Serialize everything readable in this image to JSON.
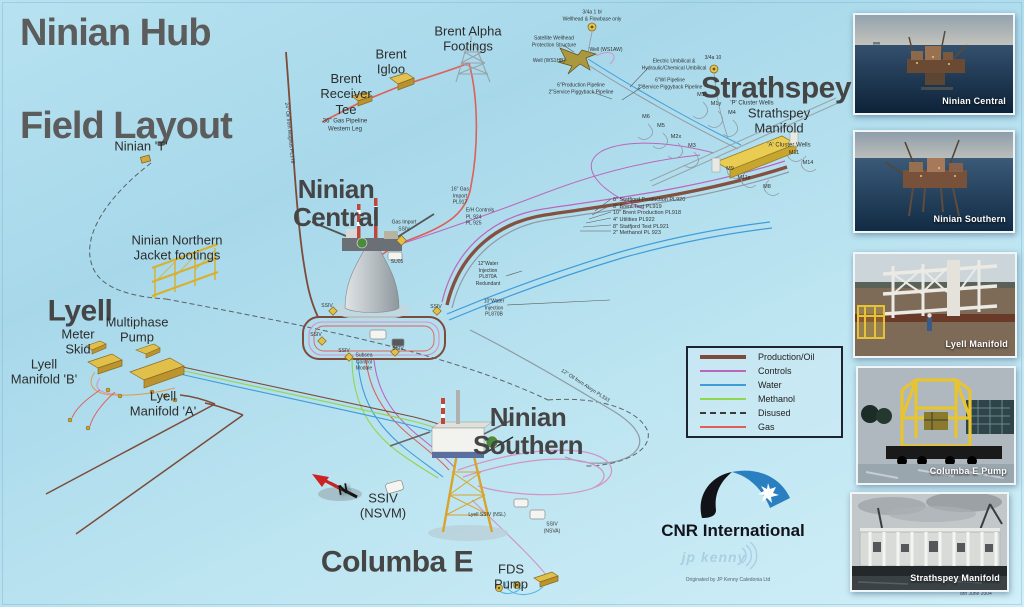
{
  "title": {
    "line1": "Ninian Hub",
    "line2": "Field Layout"
  },
  "platforms": {
    "ninian_central": "Ninian\nCentral",
    "strathspey": "Strathspey",
    "lyell": "Lyell",
    "ninian_southern": "Ninian\nSouthern",
    "columba_e": "Columba E"
  },
  "labels": {
    "ninian_t": "Ninian 'T'",
    "brent_igloo": "Brent\nIgloo",
    "brent_receiver_tee": "Brent\nReceiver\nTee",
    "brent_alpha_footings": "Brent Alpha\nFootings",
    "gas_western_leg": "36\" Gas Pipeline\nWestern Leg",
    "ninian_northern": "Ninian Northern\nJacket footings",
    "meter_skid": "Meter\nSkid",
    "multiphase_pump": "Multiphase\nPump",
    "lyell_manifold_b": "Lyell\nManifold 'B'",
    "lyell_manifold_a": "Lyell\nManifold 'A'",
    "strathspey_manifold": "Strathspey\nManifold",
    "ssiv_nsvm": "SSIV\n(NSVM)",
    "fds_pump": "FDS\nPump",
    "wellhead_1": "3/4a 1 bl\nWellhead & Flowbase only",
    "satellite_wellhead": "Satellite Wellhead\nProtection Structure",
    "well_ws1hb": "Well (WS1HB)",
    "well_ws1aw": "Well (WS1AW)",
    "wellhead_10": "3/4a 10",
    "electric_umbilical": "Electric Umbilical &\nHydraulic/Chemical Umbilical",
    "wi_pipeline": "6\"WI Pipeline\n2\"Service Piggyback Pipeline",
    "production_pipeline": "6\"Production Pipeline\n2\"Service Piggyback Pipeline",
    "p_cluster": "'P' Cluster Wells",
    "a_cluster": "'A' Cluster Wells",
    "gas_import_pl917": "16\" Gas\nImport\nPL917",
    "eh_controls": "E/H Controls\nPL 924\nPL 925",
    "gas_import_ssiv": "Gas Import\nSSIV",
    "su05": "SU05",
    "water_870a": "12\"Water\nInjection\nPL870A\nRedundant",
    "water_870b": "10\"Water\nInjection\nPL870B",
    "subsea_control_module": "Subsea\nControl\nModule",
    "ssiv": "SSIV",
    "ssiv_nsva": "SSIV\n(NSVA)",
    "lyell_ssiv": "Lyell SSIV (NSL)",
    "magnus": "24\" Oil from Magnus PL178",
    "alwyn": "12\" Oil from Alwyn PL333",
    "compass_n": "N"
  },
  "pipeline_stack": [
    "8\" Statfjord Production PL920",
    "8\" Brent Test PL919",
    "10\" Brent Production PL918",
    "4\" Utilities PL922",
    "8\" Statfjord Test PL921",
    "2\" Methanol PL 923"
  ],
  "strathspey_wells": [
    "M1",
    "M1y",
    "M4",
    "M6",
    "M5",
    "M2x",
    "M3",
    "M11",
    "M14",
    "M9",
    "M11z",
    "M8"
  ],
  "legend": {
    "entries": [
      {
        "label": "Production/Oil",
        "color": "#7d4b3a",
        "style": "solid",
        "weight": 4
      },
      {
        "label": "Controls",
        "color": "#bb66bb",
        "style": "solid",
        "weight": 2
      },
      {
        "label": "Water",
        "color": "#3f9cd9",
        "style": "solid",
        "weight": 2
      },
      {
        "label": "Methanol",
        "color": "#8ed84e",
        "style": "solid",
        "weight": 2
      },
      {
        "label": "Disused",
        "color": "#3a3a3a",
        "style": "dashed",
        "weight": 2
      },
      {
        "label": "Gas",
        "color": "#de6058",
        "style": "solid",
        "weight": 2
      }
    ]
  },
  "branding": {
    "cnr": "CNR International",
    "jpkenny": "jp kenny",
    "originated": "Originated by JP Kenny Caledonia Ltd",
    "date": "8th June 2004"
  },
  "photos": [
    {
      "caption": "Ninian Central"
    },
    {
      "caption": "Ninian Southern"
    },
    {
      "caption": "Lyell Manifold"
    },
    {
      "caption": "Columba E Pump"
    },
    {
      "caption": "Strathspey Manifold"
    }
  ]
}
